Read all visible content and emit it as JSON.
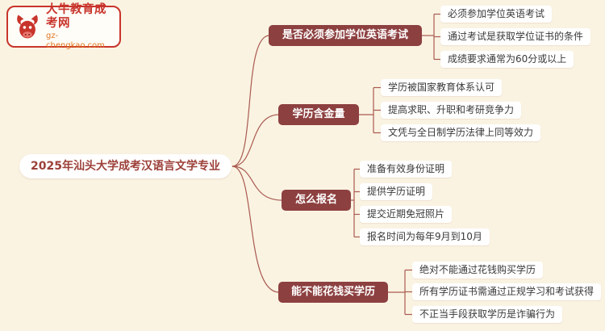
{
  "colors": {
    "background": "#faf3e2",
    "topic_node": "#8d4040",
    "connector_line": "#aa5a50",
    "logo_red": "#c8342b",
    "root_text": "#9c3f38"
  },
  "logo": {
    "icon": "bull-icon",
    "site_name": "大牛教育成考网",
    "site_url": "gz-chengkao.com"
  },
  "root": {
    "label": "2025年汕头大学成考汉语言文学专业"
  },
  "branches": [
    {
      "label": "是否必须参加学位英语考试",
      "children": [
        "必须参加学位英语考试",
        "通过考试是获取学位证书的条件",
        "成绩要求通常为60分或以上"
      ]
    },
    {
      "label": "学历含金量",
      "children": [
        "学历被国家教育体系认可",
        "提高求职、升职和考研竞争力",
        "文凭与全日制学历法律上同等效力"
      ]
    },
    {
      "label": "怎么报名",
      "children": [
        "准备有效身份证明",
        "提供学历证明",
        "提交近期免冠照片",
        "报名时间为每年9月到10月"
      ]
    },
    {
      "label": "能不能花钱买学历",
      "children": [
        "绝对不能通过花钱购买学历",
        "所有学历证书需通过正规学习和考试获得",
        "不正当手段获取学历是诈骗行为"
      ]
    }
  ]
}
